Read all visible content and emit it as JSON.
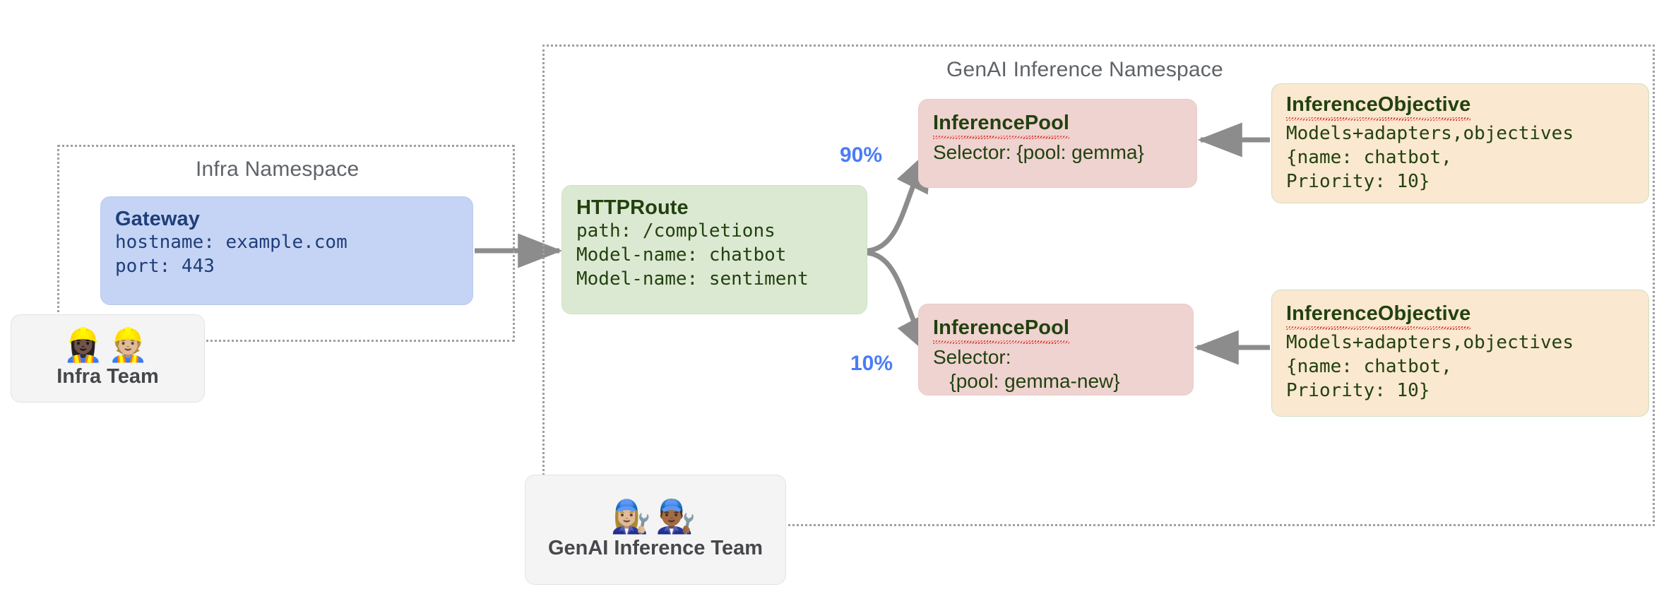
{
  "diagram": {
    "namespaces": [
      {
        "id": "infra",
        "label": "Infra Namespace"
      },
      {
        "id": "genai",
        "label": "GenAI Inference Namespace"
      }
    ],
    "gateway": {
      "title": "Gateway",
      "line1": "hostname: example.com",
      "line2": "port: 443"
    },
    "httproute": {
      "title": "HTTPRoute",
      "line1": "path: /completions",
      "line2": "Model-name: chatbot",
      "line3": "Model-name: sentiment"
    },
    "pools": [
      {
        "title": "InferencePool",
        "line1": "Selector: {pool: gemma}",
        "line2": ""
      },
      {
        "title": "InferencePool",
        "line1": "Selector:",
        "line2": "   {pool: gemma-new}"
      }
    ],
    "objectives": [
      {
        "title": "InferenceObjective",
        "line1": "Models+adapters,objectives",
        "line2": "{name: chatbot,",
        "line3": "Priority: 10}"
      },
      {
        "title": "InferenceObjective",
        "line1": "Models+adapters,objectives",
        "line2": "{name: chatbot,",
        "line3": "Priority: 10}"
      }
    ],
    "edges": {
      "weight_top": "90%",
      "weight_bottom": "10%"
    },
    "teams": [
      {
        "id": "infra-team",
        "emojis": "👷🏿‍♀️👷🏼",
        "label": "Infra Team"
      },
      {
        "id": "genai-team",
        "emojis": "👩🏼‍🔧👨🏾‍🔧",
        "label": "GenAI Inference Team"
      }
    ],
    "colors": {
      "gateway_fill": "#c5d4f5",
      "gateway_text": "#1f3e79",
      "route_fill": "#dbe9d2",
      "pool_fill": "#efd3d0",
      "objective_fill": "#fae8d0",
      "resource_text": "#22410f",
      "edge_label": "#4a7cf5",
      "arrow": "#8c8c8c",
      "namespace_border": "#9aa0a6",
      "namespace_title": "#5f6368",
      "spellcheck": "#d93025"
    }
  }
}
